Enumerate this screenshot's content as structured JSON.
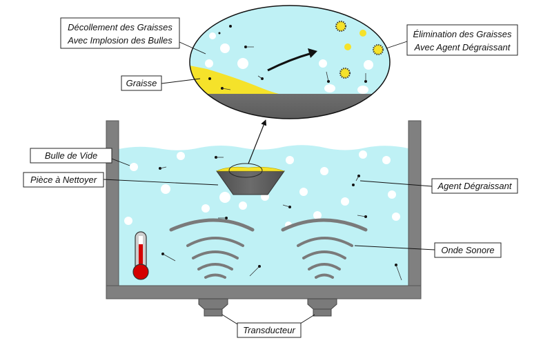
{
  "labels": {
    "decollement_line1": "Décollement des Graisses",
    "decollement_line2": "Avec Implosion des Bulles",
    "elimination_line1": "Élimination des Graisses",
    "elimination_line2": "Avec Agent Dégraissant",
    "graisse": "Graisse",
    "bulle_de_vide": "Bulle de Vide",
    "piece_a_nettoyer": "Pièce à Nettoyer",
    "agent_degraissant": "Agent Dégraissant",
    "onde_sonore": "Onde Sonore",
    "transducteur": "Transducteur"
  },
  "colors": {
    "liquid": "#bff1f5",
    "tank": "#808080",
    "grease": "#f5e22a",
    "piece": "#5a5a5a",
    "wave": "#7a7a7a",
    "thermometer": "#d40000"
  },
  "icons": {
    "thermometer": "thermometer-icon",
    "direction_arrow": "curved-arrow-icon"
  }
}
